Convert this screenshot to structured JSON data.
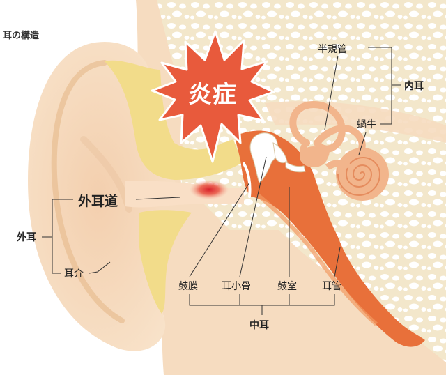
{
  "title": "耳の構造",
  "inflammation": "炎症",
  "outer_ear": {
    "group": "外耳",
    "canal": "外耳道",
    "auricle": "耳介"
  },
  "middle_ear": {
    "group": "中耳",
    "eardrum": "鼓膜",
    "ossicles": "耳小骨",
    "tympanic_cavity": "鼓室",
    "eustachian_tube": "耳管"
  },
  "inner_ear": {
    "group": "内耳",
    "semicircular_canals": "半規管",
    "cochlea": "蝸牛"
  },
  "colors": {
    "skin": "#f6dcc0",
    "skin_shade": "#e8bd92",
    "bone": "#f3e7cb",
    "bone_holes": "#ffffff",
    "cartilage": "#f2dc8a",
    "cavity": "#e8703a",
    "inflammation": "#e85a3c",
    "cochlea": "#f2b58c"
  }
}
